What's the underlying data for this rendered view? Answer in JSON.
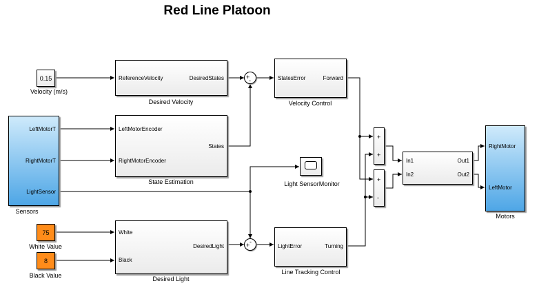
{
  "title": "Red Line Platoon",
  "blocks": {
    "velocity_const": {
      "value": "0.15",
      "label": "Velocity (m/s)"
    },
    "desired_velocity": {
      "label": "Desired Velocity",
      "in_ports": [
        "ReferenceVelocity"
      ],
      "out_ports": [
        "DesiredStates"
      ]
    },
    "velocity_control": {
      "label": "Velocity Control",
      "in_ports": [
        "StatesError"
      ],
      "out_ports": [
        "Forward"
      ]
    },
    "sensors": {
      "label": "Sensors",
      "out_ports": [
        "LeftMotorT",
        "RightMotorT",
        "LightSensor"
      ]
    },
    "state_estimation": {
      "label": "State Estimation",
      "in_ports": [
        "LeftMotorEncoder",
        "RightMotorEncoder"
      ],
      "out_ports": [
        "States"
      ]
    },
    "light_sensor_monitor": {
      "label": "Light SensorMonitor"
    },
    "white_const": {
      "value": "75",
      "label": "White Value"
    },
    "black_const": {
      "value": "8",
      "label": "Black Value"
    },
    "desired_light": {
      "label": "Desired Light",
      "in_ports": [
        "White",
        "Black"
      ],
      "out_ports": [
        "DesiredLight"
      ]
    },
    "line_tracking_control": {
      "label": "Line Tracking Control",
      "in_ports": [
        "LightError"
      ],
      "out_ports": [
        "Turning"
      ]
    },
    "mixer": {
      "in_ports": [
        "In1",
        "In2"
      ],
      "out_ports": [
        "Out1",
        "Out2"
      ]
    },
    "motors": {
      "label": "Motors",
      "in_ports": [
        "RightMotor",
        "LeftMotor"
      ]
    }
  },
  "sums": {
    "velocity_sum": {
      "signs": [
        "+",
        "-"
      ]
    },
    "light_sum": {
      "signs": [
        "+",
        "-"
      ]
    },
    "sum_add": {
      "signs": [
        "+",
        "+"
      ]
    },
    "sum_sub": {
      "signs": [
        "+",
        "-"
      ]
    }
  },
  "colors": {
    "block_border": "#000000",
    "wire": "#000000",
    "sensor_blue": "#4ea6e6",
    "constant_orange": "#ff8c1a"
  }
}
